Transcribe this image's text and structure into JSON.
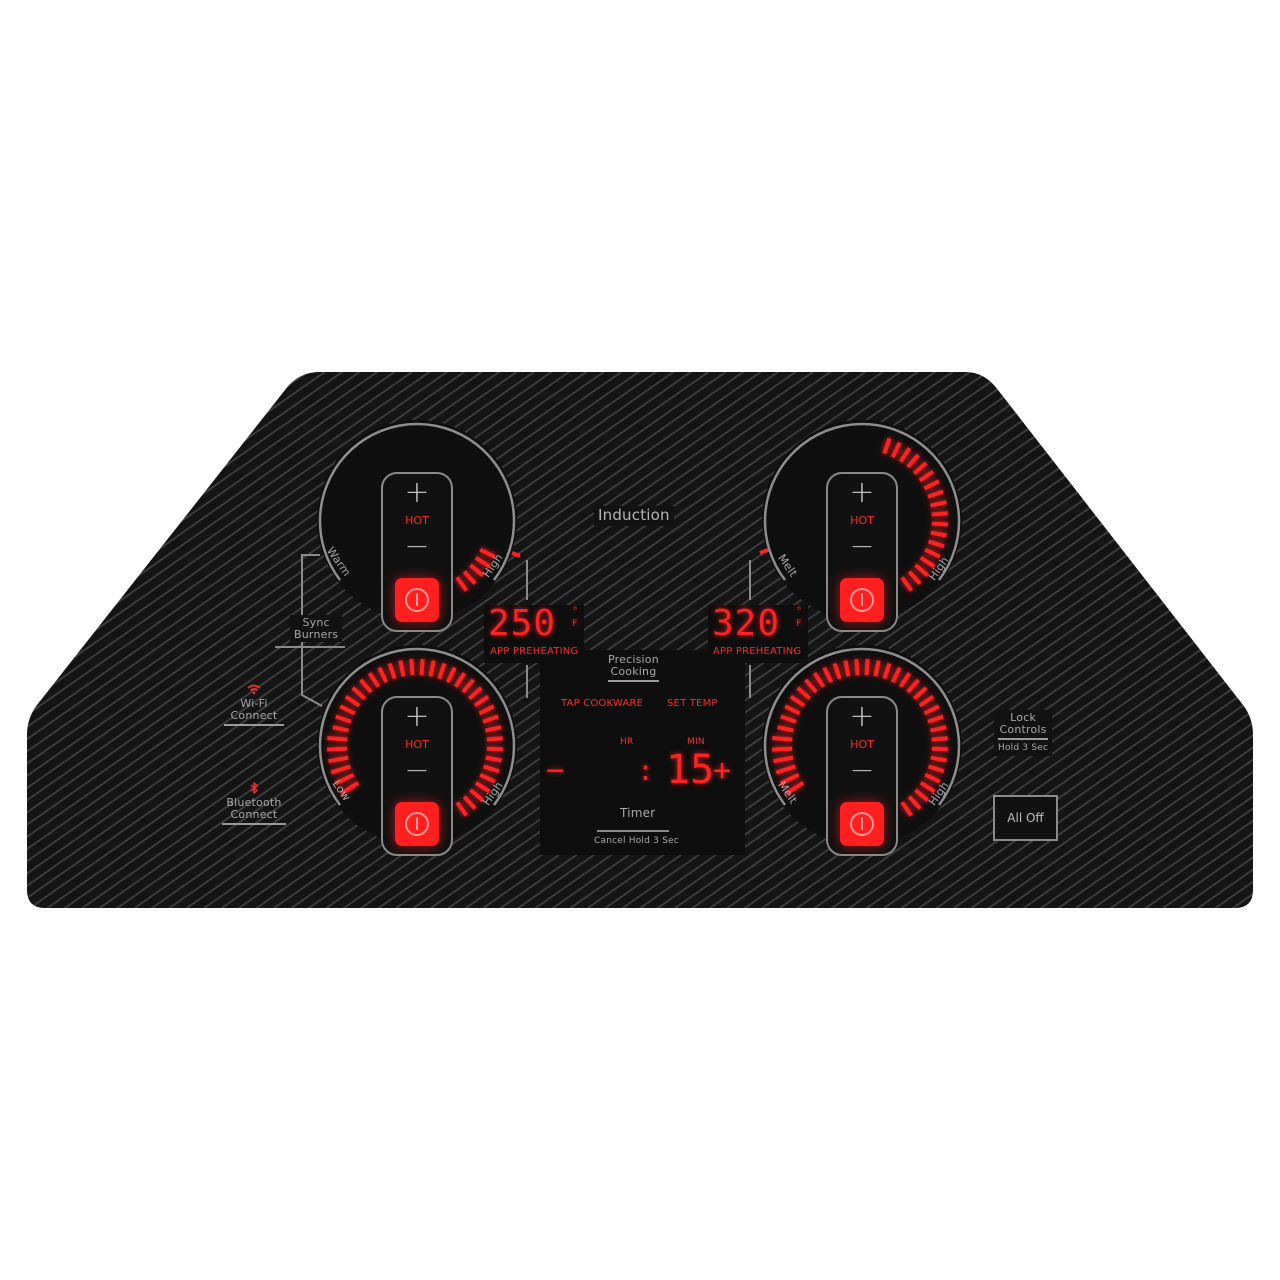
{
  "panel": {
    "title": "Induction",
    "colors": {
      "background": "#151515",
      "stripe": "#3a3a3a",
      "ring": "#8e8e8e",
      "heat": "#ff2020",
      "label": "#a8a8a8"
    }
  },
  "burners": [
    {
      "id": "top-left",
      "plus": "+",
      "minus": "−",
      "hot_label": "HOT",
      "min_label": "Warm",
      "max_label": "High",
      "power_icon": "power-icon",
      "heat_level_pct": 12
    },
    {
      "id": "top-right",
      "plus": "+",
      "minus": "−",
      "hot_label": "HOT",
      "min_label": "Melt",
      "max_label": "High",
      "power_icon": "power-icon",
      "heat_level_pct": 45
    },
    {
      "id": "bottom-left",
      "plus": "+",
      "minus": "−",
      "hot_label": "HOT",
      "min_label": "Low",
      "max_label": "High",
      "power_icon": "power-icon",
      "heat_level_pct": 92
    },
    {
      "id": "bottom-right",
      "plus": "+",
      "minus": "−",
      "hot_label": "HOT",
      "min_label": "Melt",
      "max_label": "High",
      "power_icon": "power-icon",
      "heat_level_pct": 92
    }
  ],
  "temps": {
    "left": {
      "value": "250",
      "unit_deg": "°",
      "unit": "F",
      "status": "APP PREHEATING"
    },
    "right": {
      "value": "320",
      "unit_deg": "°",
      "unit": "F",
      "status": "APP PREHEATING"
    }
  },
  "sync": {
    "line1": "Sync",
    "line2": "Burners"
  },
  "wifi": {
    "line1": "Wi-Fi",
    "line2": "Connect",
    "icon": "wifi-icon"
  },
  "bluetooth": {
    "line1": "Bluetooth",
    "line2": "Connect",
    "icon": "bluetooth-icon"
  },
  "precision": {
    "line1": "Precision",
    "line2": "Cooking",
    "tap": "TAP COOKWARE",
    "set": "SET TEMP"
  },
  "timer": {
    "hr_label": "HR",
    "min_label": "MIN",
    "minus": "−",
    "plus": "+",
    "colon": ":",
    "minutes": "15",
    "label": "Timer",
    "cancel": "Cancel Hold 3 Sec"
  },
  "lock": {
    "line1": "Lock",
    "line2": "Controls",
    "hold": "Hold 3 Sec"
  },
  "all_off": {
    "label": "All Off"
  }
}
